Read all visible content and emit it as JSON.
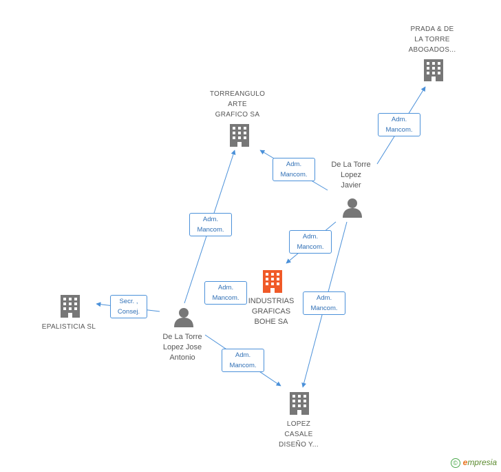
{
  "nodes": {
    "prada": {
      "lines": [
        "PRADA & DE",
        "LA TORRE",
        "ABOGADOS..."
      ]
    },
    "torreangulo": {
      "lines": [
        "TORREANGULO",
        "ARTE",
        "GRAFICO SA"
      ]
    },
    "javier": {
      "lines": [
        "De La Torre",
        "Lopez",
        "Javier"
      ]
    },
    "industrias": {
      "lines": [
        "INDUSTRIAS",
        "GRAFICAS",
        "BOHE SA"
      ]
    },
    "epalisticia": {
      "lines": [
        "EPALISTICIA  SL"
      ]
    },
    "jose_antonio": {
      "lines": [
        "De La Torre",
        "Lopez Jose",
        "Antonio"
      ]
    },
    "lopez_casale": {
      "lines": [
        "LOPEZ",
        "CASALE",
        "DISEÑO Y..."
      ]
    }
  },
  "edges": {
    "javier_prada": [
      "Adm.",
      "Mancom."
    ],
    "javier_torreangulo": [
      "Adm.",
      "Mancom."
    ],
    "jose_torreangulo": [
      "Adm.",
      "Mancom."
    ],
    "javier_industrias": [
      "Adm.",
      "Mancom."
    ],
    "jose_industrias": [
      "Adm.",
      "Mancom."
    ],
    "javier_lopez": [
      "Adm.",
      "Mancom."
    ],
    "jose_epalisticia": [
      "Secr. ,",
      "Consej."
    ],
    "jose_lopez": [
      "Adm.",
      "Mancom."
    ]
  },
  "footer": {
    "copyright": "©",
    "brand_e": "e",
    "brand_rest": "mpresia"
  },
  "colors": {
    "company": "#777777",
    "focus_company": "#f05a28",
    "person": "#777777",
    "edge": "#4a90d9"
  }
}
